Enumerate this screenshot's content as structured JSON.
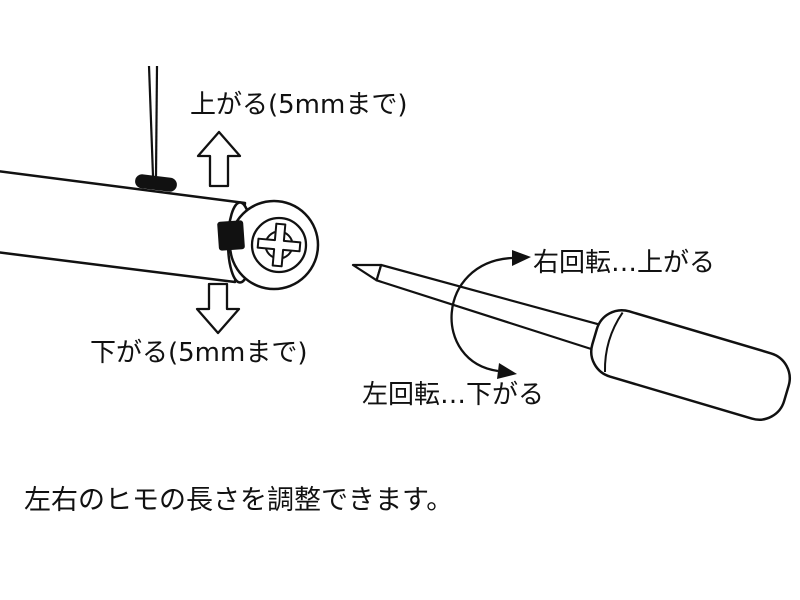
{
  "diagram": {
    "labels": {
      "up_arrow_label": "上がる(5mmまで)",
      "down_arrow_label": "下がる(5mmまで)",
      "rotate_right_label": "右回転…上がる",
      "rotate_left_label": "左回転…下がる"
    },
    "caption": "左右のヒモの長さを調整できます。",
    "icons": {
      "up_block_arrow": "up-block-arrow",
      "down_block_arrow": "down-block-arrow",
      "rotation_arc_arrow": "rotation-arc-arrow",
      "phillips_screw": "phillips-screw-head"
    },
    "colors": {
      "line": "#111111",
      "background": "#ffffff",
      "fill_black": "#111111"
    }
  }
}
